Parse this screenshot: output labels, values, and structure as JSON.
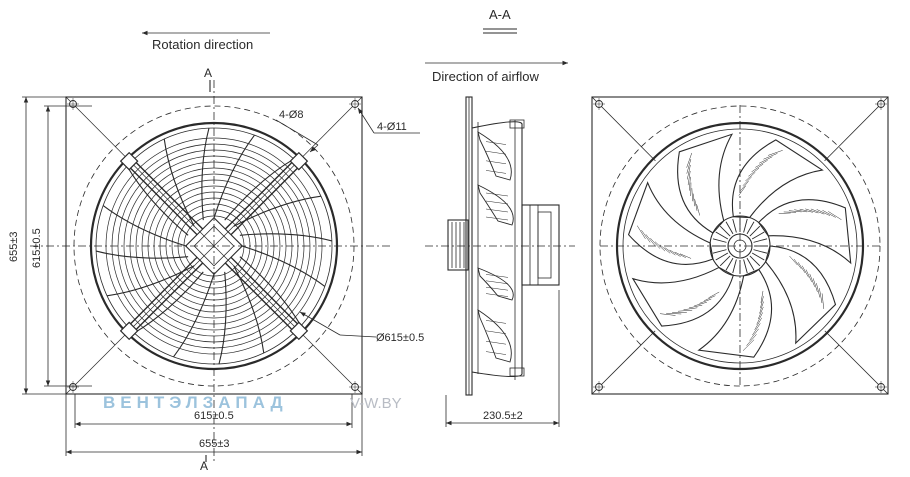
{
  "labels": {
    "rotation": "Rotation direction",
    "airflow": "Direction of airflow",
    "section_title": "A-A",
    "section_mark": "A",
    "hole_small": "4-Ø8",
    "hole_large": "4-Ø11",
    "dia": "Ø615±0.5",
    "dim_615_h": "615±0.5",
    "dim_655_h": "655±3",
    "dim_615_v": "615±0.5",
    "dim_655_v": "655±3",
    "depth": "230.5±2"
  },
  "watermark": {
    "brand": "ВЕНТЭЛЗАПАД",
    "site": "V-W.BY",
    "colors": {
      "brand": "#9cc3dd",
      "site": "#b8bcc4"
    }
  },
  "colors": {
    "line": "#2a2a2a"
  }
}
